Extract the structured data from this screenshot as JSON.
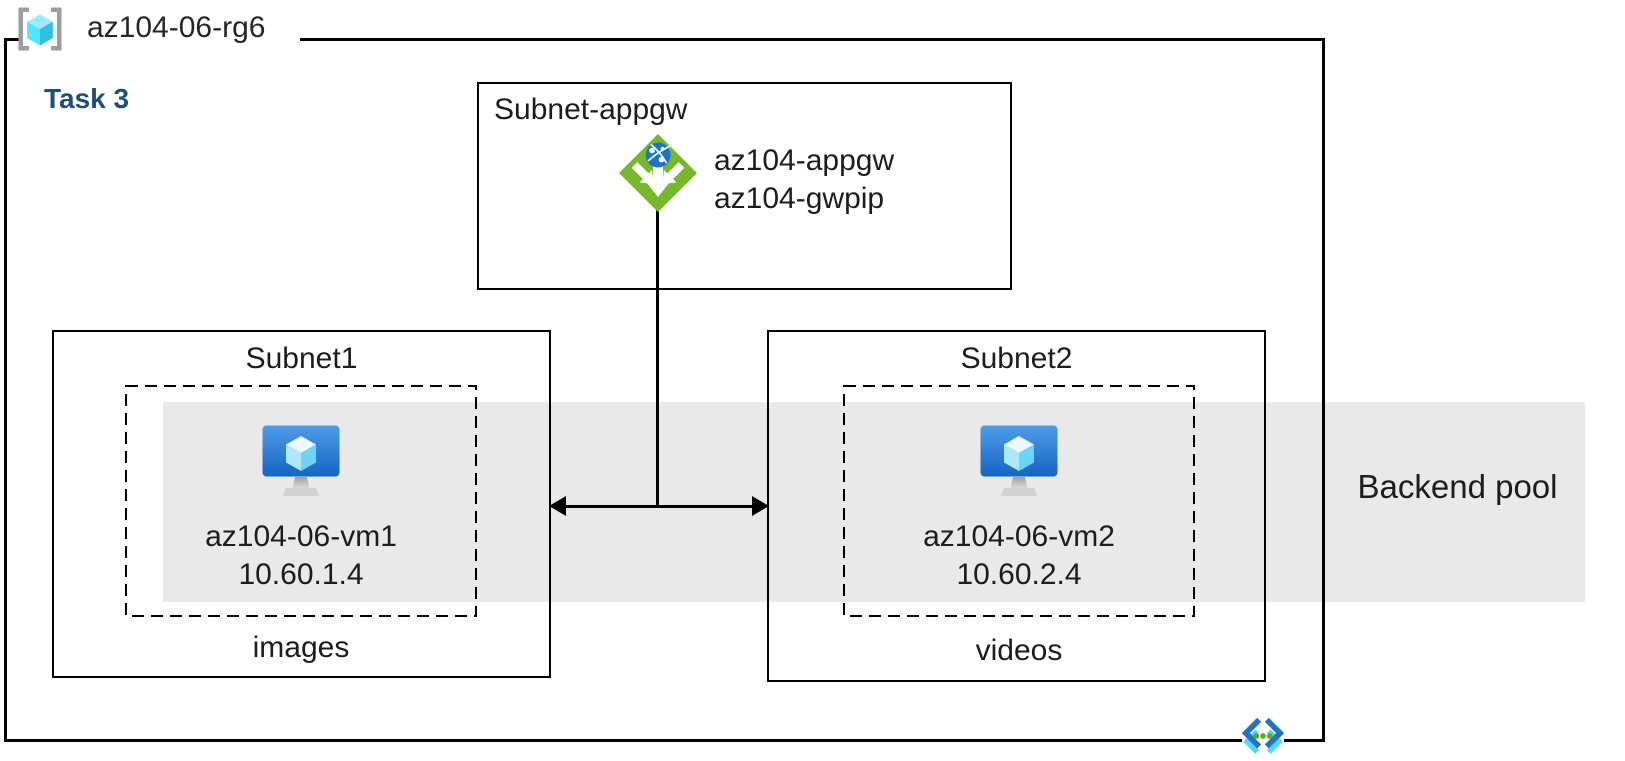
{
  "diagram": {
    "resource_group": {
      "label": "az104-06-rg6"
    },
    "task_label": "Task 3",
    "appgw_subnet": {
      "title": "Subnet-appgw",
      "gateway_name": "az104-appgw",
      "public_ip_name": "az104-gwpip"
    },
    "subnet1": {
      "title": "Subnet1",
      "vm_name": "az104-06-vm1",
      "vm_ip": "10.60.1.4",
      "storage_label": "images"
    },
    "subnet2": {
      "title": "Subnet2",
      "vm_name": "az104-06-vm2",
      "vm_ip": "10.60.2.4",
      "storage_label": "videos"
    },
    "backend_pool_label": "Backend pool",
    "icons": {
      "resource_group": "azure-resource-group-icon",
      "application_gateway": "application-gateway-icon",
      "virtual_machine": "virtual-machine-icon",
      "virtual_network": "virtual-network-icon"
    },
    "colors": {
      "backend_pool_band": "#e9e9e9",
      "task_label_blue": "#1f4e79",
      "appgw_green": "#77b82a",
      "globe_blue": "#1b74ca",
      "vm_screen_top": "#4f9ce8",
      "vm_screen_bottom": "#1565c4",
      "rg_cube_cyan": "#50e6ff",
      "vnet_blue": "#2373c5",
      "vnet_cyan": "#53d9f8",
      "vnet_dot_green": "#5fa91c",
      "line_black": "#000000"
    }
  }
}
